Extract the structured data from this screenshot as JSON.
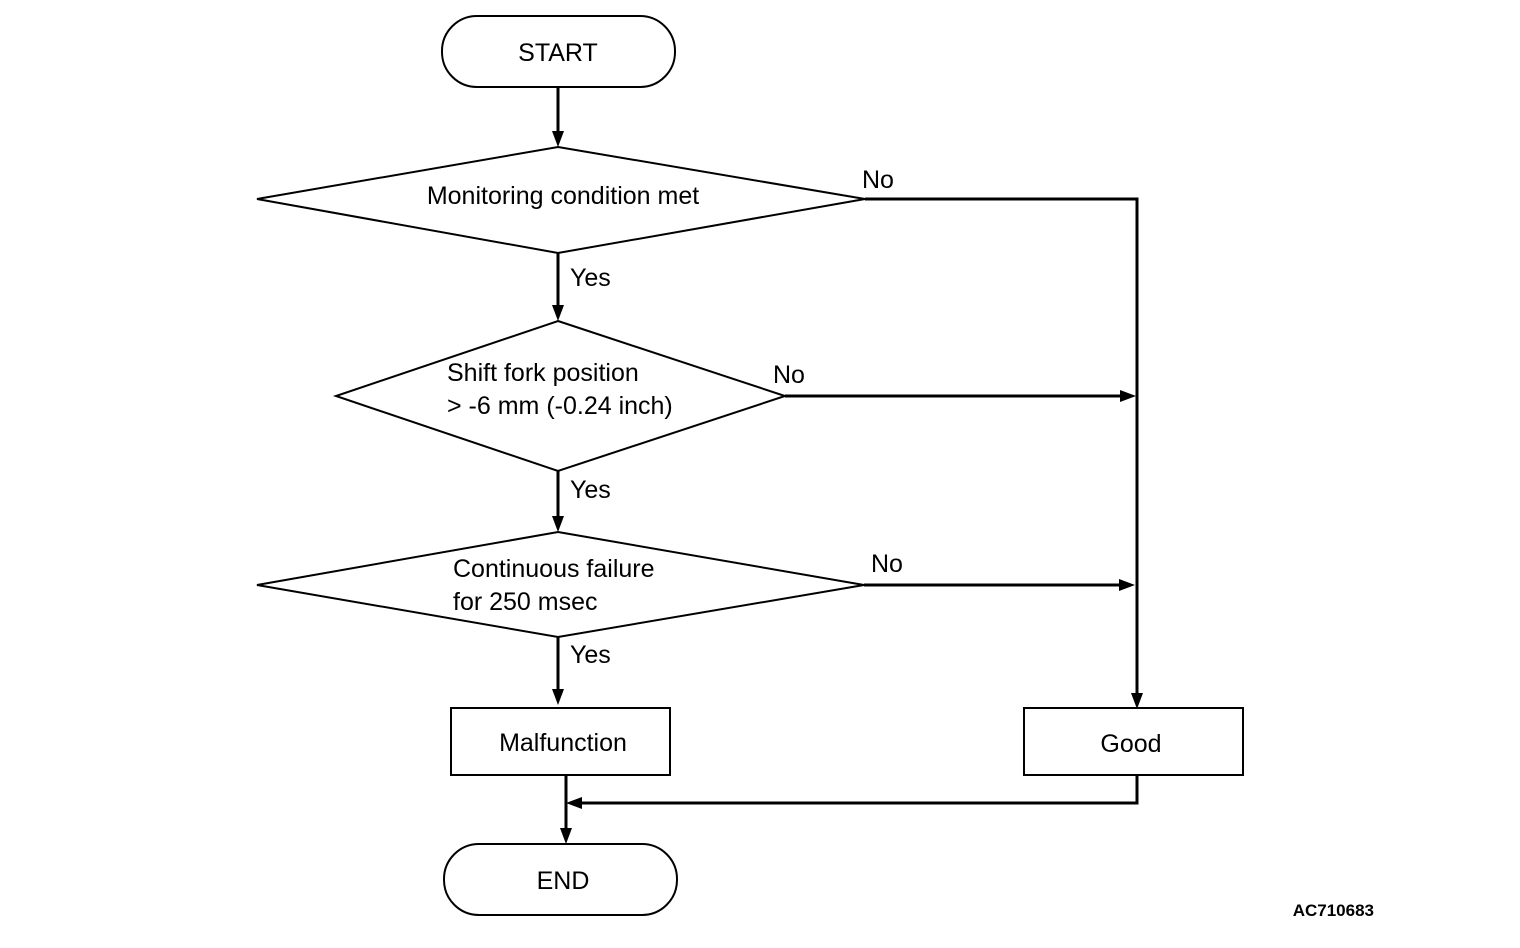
{
  "nodes": {
    "start": "START",
    "decision1": "Monitoring condition met",
    "decision2_line1": "Shift fork position",
    "decision2_line2": "> -6 mm (-0.24 inch)",
    "decision3_line1": "Continuous failure",
    "decision3_line2": "for 250 msec",
    "malfunction": "Malfunction",
    "good": "Good",
    "end": "END"
  },
  "edges": {
    "yes": "Yes",
    "no": "No"
  },
  "figure_id": "AC710683"
}
